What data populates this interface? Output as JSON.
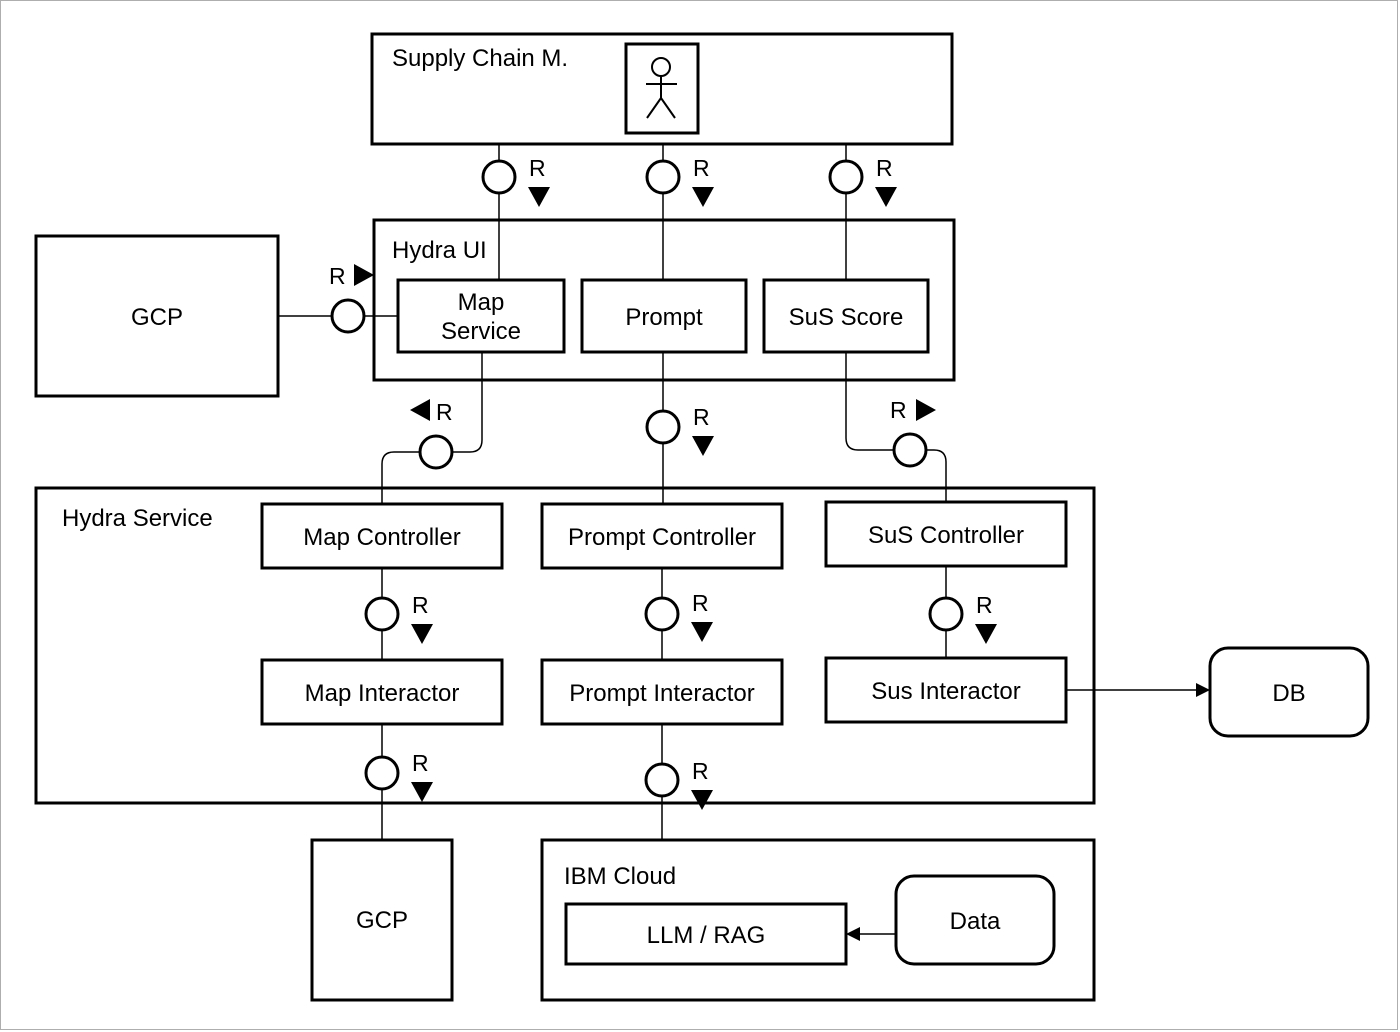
{
  "diagram": {
    "actor": {
      "label": "Supply Chain M."
    },
    "hydra_ui": {
      "label": "Hydra UI",
      "map_service": {
        "line1": "Map",
        "line2": "Service"
      },
      "prompt": "Prompt",
      "sus_score": "SuS Score"
    },
    "gcp_left": "GCP",
    "hydra_service": {
      "label": "Hydra Service",
      "map_controller": "Map Controller",
      "prompt_controller": "Prompt Controller",
      "sus_controller": "SuS Controller",
      "map_interactor": "Map Interactor",
      "prompt_interactor": "Prompt Interactor",
      "sus_interactor": "Sus Interactor"
    },
    "db": "DB",
    "gcp_bottom": "GCP",
    "ibm_cloud": {
      "label": "IBM Cloud",
      "llm_rag": "LLM / RAG",
      "data": "Data"
    },
    "interface_label": "R"
  }
}
